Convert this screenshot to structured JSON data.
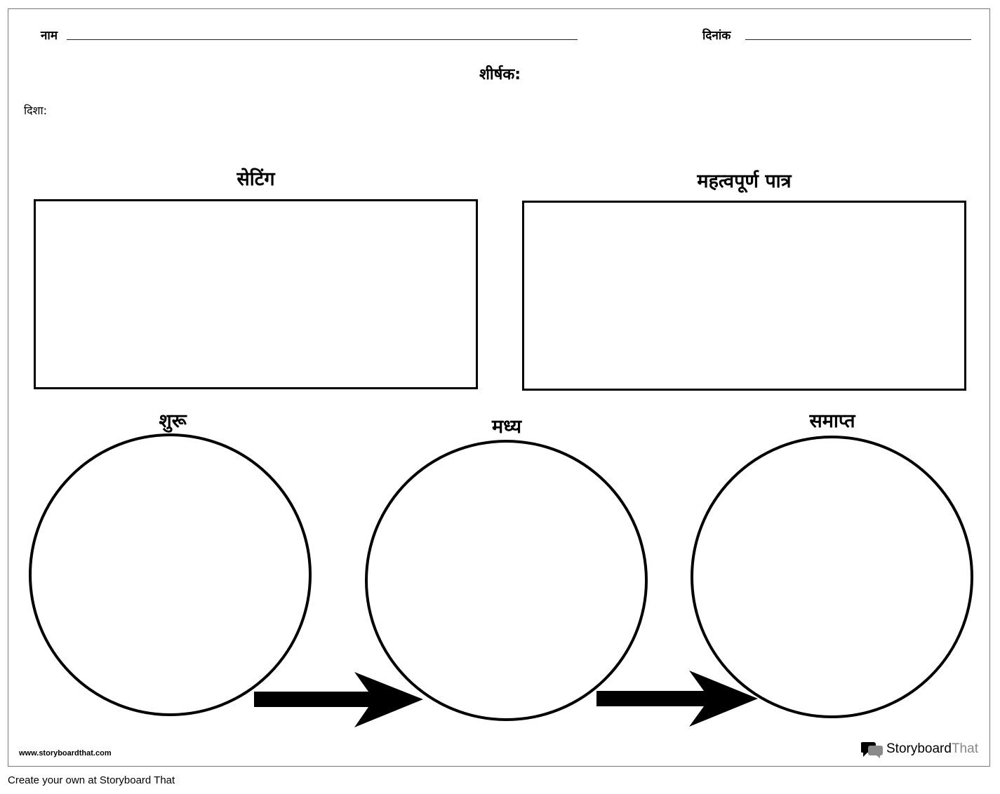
{
  "header": {
    "name_label": "नाम",
    "date_label": "दिनांक",
    "title_label": "शीर्षक:",
    "direction_label": "दिशा:"
  },
  "sections": {
    "setting": "सेटिंग",
    "characters": "महत्वपूर्ण पात्र",
    "beginning": "शुरू",
    "middle": "मध्य",
    "end": "समाप्त"
  },
  "footer": {
    "website": "www.storyboardthat.com",
    "brand_part1": "Storyboard",
    "brand_part2": "That",
    "create_link": "Create your own at Storyboard That"
  },
  "colors": {
    "ink": "#000000",
    "border": "#777777",
    "brand_gray": "#888888"
  }
}
